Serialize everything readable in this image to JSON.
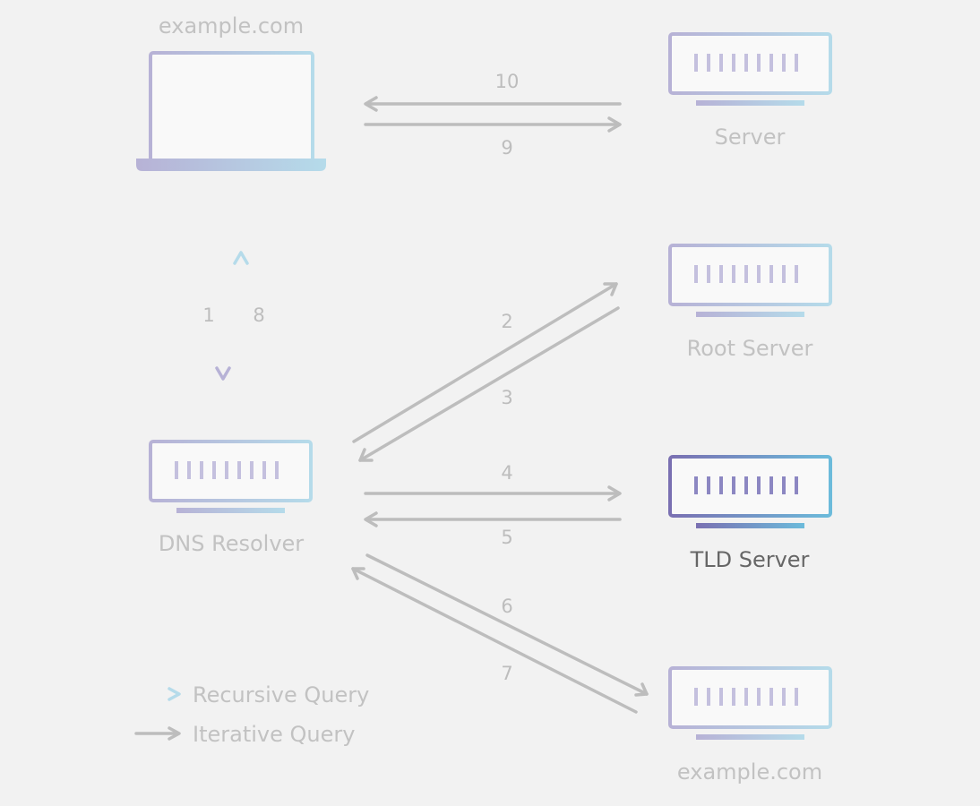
{
  "nodes": {
    "client": {
      "label": "example.com",
      "type": "laptop"
    },
    "web_server": {
      "label": "Server"
    },
    "dns_resolver": {
      "label": "DNS Resolver"
    },
    "root_server": {
      "label": "Root Server"
    },
    "tld_server": {
      "label": "TLD Server",
      "highlighted": true
    },
    "auth_server": {
      "label": "example.com"
    }
  },
  "steps": [
    "1",
    "2",
    "3",
    "4",
    "5",
    "6",
    "7",
    "8",
    "9",
    "10"
  ],
  "legend": {
    "recursive": "Recursive Query",
    "iterative": "Iterative Query"
  },
  "colors": {
    "background": "#f2f2f2",
    "arrow": "#bdbdbd",
    "device_gradient_start": "#b7b2d6",
    "device_gradient_end": "#b5dbea",
    "highlight_gradient_start": "#7a70b2",
    "highlight_gradient_end": "#6cbbdb",
    "text": "#c2c2c2",
    "text_active": "#666666"
  }
}
